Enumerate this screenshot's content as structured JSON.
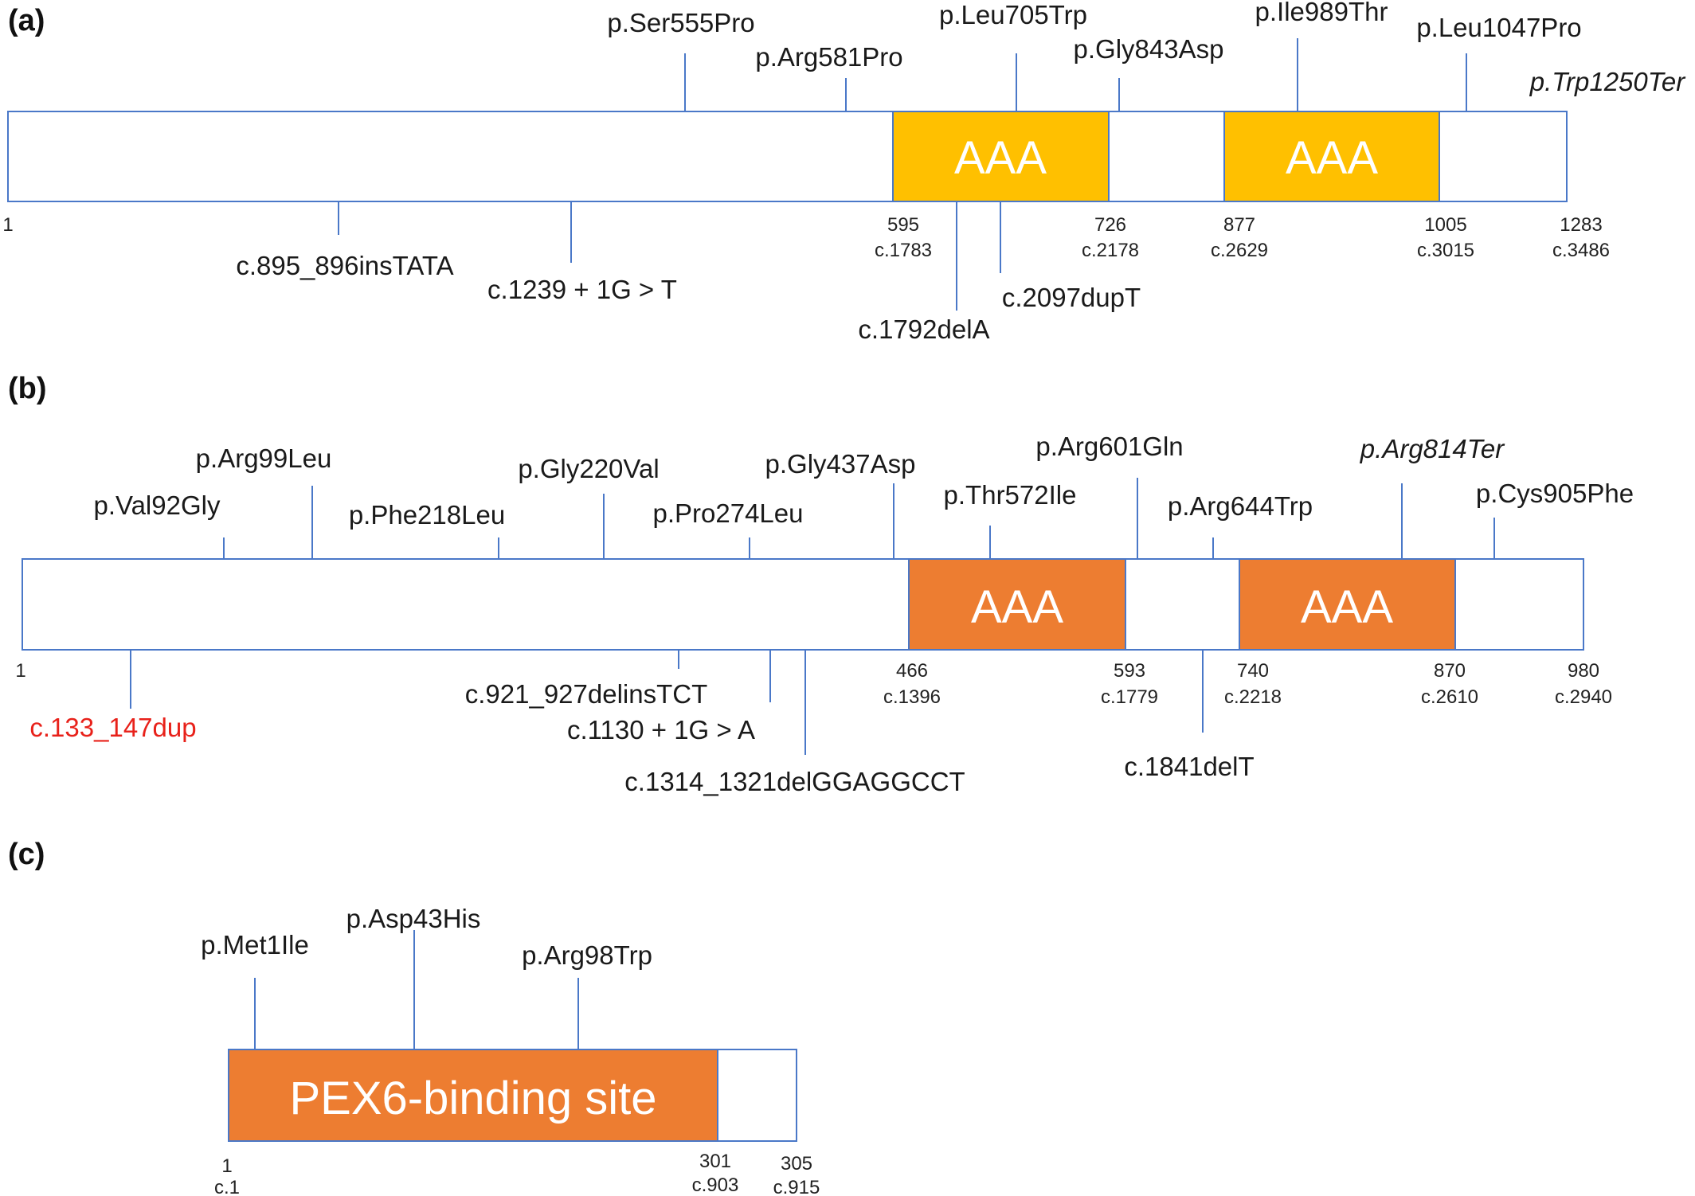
{
  "panels": [
    {
      "label": "(a)",
      "domain_color": "#ffc000",
      "protein_length": 1283,
      "positions": [
        {
          "aa": "1",
          "c": ""
        },
        {
          "aa": "595",
          "c": "c.1783"
        },
        {
          "aa": "726",
          "c": "c.2178"
        },
        {
          "aa": "877",
          "c": "c.2629"
        },
        {
          "aa": "1005",
          "c": "c.3015"
        },
        {
          "aa": "1283",
          "c": "c.3486"
        }
      ],
      "domains": [
        {
          "label": "AAA",
          "start": 595,
          "end": 726
        },
        {
          "label": "AAA",
          "start": 877,
          "end": 1005
        }
      ],
      "variants_above": [
        {
          "label": "p.Ser555Pro",
          "italic": false
        },
        {
          "label": "p.Arg581Pro",
          "italic": false
        },
        {
          "label": "p.Leu705Trp",
          "italic": false
        },
        {
          "label": "p.Gly843Asp",
          "italic": false
        },
        {
          "label": "p.Ile989Thr",
          "italic": false
        },
        {
          "label": "p.Leu1047Pro",
          "italic": false
        },
        {
          "label": "p.Trp1250Ter",
          "italic": true
        }
      ],
      "variants_below": [
        {
          "label": "c.895_896insTATA",
          "red": false
        },
        {
          "label": "c.1239 + 1G > T",
          "red": false
        },
        {
          "label": "c.1792delA",
          "red": false
        },
        {
          "label": "c.2097dupT",
          "red": false
        }
      ]
    },
    {
      "label": "(b)",
      "domain_color": "#ed7d31",
      "protein_length": 980,
      "positions": [
        {
          "aa": "1",
          "c": ""
        },
        {
          "aa": "466",
          "c": "c.1396"
        },
        {
          "aa": "593",
          "c": "c.1779"
        },
        {
          "aa": "740",
          "c": "c.2218"
        },
        {
          "aa": "870",
          "c": "c.2610"
        },
        {
          "aa": "980",
          "c": "c.2940"
        }
      ],
      "domains": [
        {
          "label": "AAA",
          "start": 466,
          "end": 593
        },
        {
          "label": "AAA",
          "start": 740,
          "end": 870
        }
      ],
      "variants_above": [
        {
          "label": "p.Val92Gly",
          "italic": false
        },
        {
          "label": "p.Arg99Leu",
          "italic": false
        },
        {
          "label": "p.Phe218Leu",
          "italic": false
        },
        {
          "label": "p.Gly220Val",
          "italic": false
        },
        {
          "label": "p.Pro274Leu",
          "italic": false
        },
        {
          "label": "p.Gly437Asp",
          "italic": false
        },
        {
          "label": "p.Thr572Ile",
          "italic": false
        },
        {
          "label": "p.Arg601Gln",
          "italic": false
        },
        {
          "label": "p.Arg644Trp",
          "italic": false
        },
        {
          "label": "p.Arg814Ter",
          "italic": true
        },
        {
          "label": "p.Cys905Phe",
          "italic": false
        }
      ],
      "variants_below": [
        {
          "label": "c.133_147dup",
          "red": true
        },
        {
          "label": "c.921_927delinsTCT",
          "red": false
        },
        {
          "label": "c.1130 + 1G > A",
          "red": false
        },
        {
          "label": "c.1314_1321delGGAGGCCT",
          "red": false
        },
        {
          "label": "c.1841delT",
          "red": false
        }
      ]
    },
    {
      "label": "(c)",
      "domain_color": "#ed7d31",
      "protein_length": 305,
      "positions": [
        {
          "aa": "1",
          "c": "c.1"
        },
        {
          "aa": "301",
          "c": "c.903"
        },
        {
          "aa": "305",
          "c": "c.915"
        }
      ],
      "domains": [
        {
          "label": "PEX6-binding site",
          "start": 1,
          "end": 301
        }
      ],
      "variants_above": [
        {
          "label": "p.Met1Ile",
          "italic": false
        },
        {
          "label": "p.Asp43His",
          "italic": false
        },
        {
          "label": "p.Arg98Trp",
          "italic": false
        }
      ],
      "variants_below": []
    }
  ]
}
